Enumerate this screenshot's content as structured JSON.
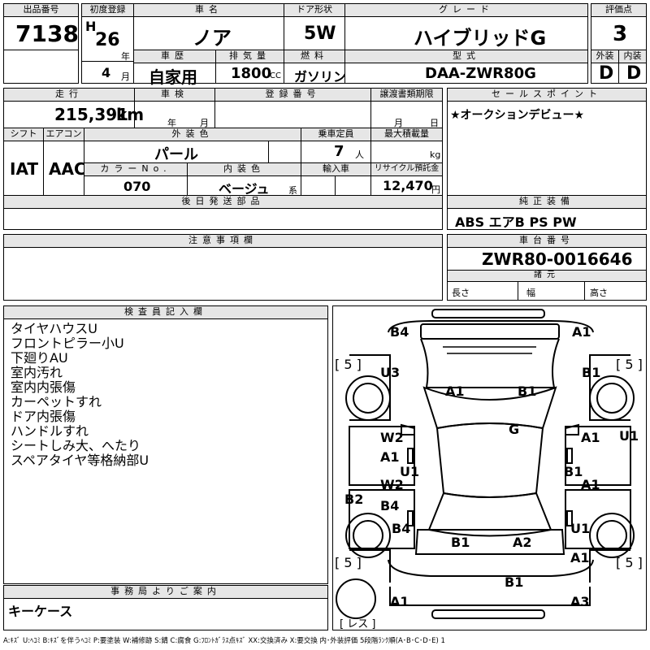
{
  "header": {
    "lot_label": "出品番号",
    "lot": "7138",
    "first_reg_label": "初度登録",
    "era": "H",
    "year": "26",
    "year_unit": "年",
    "month": "4",
    "month_unit": "月",
    "car_name_label": "車名",
    "car_name": "ノア",
    "door_label": "ドア形状",
    "door": "5W",
    "grade_label": "グレード",
    "grade": "ハイブリッドG",
    "score_label": "評価点",
    "score": "3",
    "history_label": "車歴",
    "history": "自家用",
    "displacement_label": "排気量",
    "displacement": "1800",
    "displacement_unit": "CC",
    "fuel_label": "燃料",
    "fuel": "ガソリン",
    "model_label": "型式",
    "model": "DAA-ZWR80G",
    "exterior_label": "外装",
    "exterior": "D",
    "interior_label": "内装",
    "interior": "D"
  },
  "row2": {
    "mileage_label": "走行",
    "mileage": "215,391",
    "mileage_unit": "km",
    "inspection_label": "車検",
    "year_unit": "年",
    "month_unit": "月",
    "day_unit": "日",
    "reg_no_label": "登録番号",
    "transfer_label": "譲渡書類期限",
    "sales_label": "セールスポイント",
    "sales_point": "★オークションデビュー★",
    "shift_label": "シフト",
    "shift": "IAT",
    "ac_label": "エアコン",
    "ac": "AAC",
    "ext_color_label": "外装色",
    "ext_color": "パール",
    "capacity_label": "乗車定員",
    "capacity": "7",
    "capacity_unit": "人",
    "max_load_label": "最大積載量",
    "max_load_unit": "kg",
    "color_no_label": "カラーNo.",
    "color_no": "070",
    "int_color_label": "内装色",
    "int_color": "ベージュ",
    "int_color_unit": "系",
    "import_label": "輸入車",
    "recycle_label": "リサイクル預託金",
    "recycle": "12,470",
    "recycle_unit": "円",
    "later_label": "後日発送部品",
    "equip_label": "純正装備",
    "equip": "ABS エアB PS PW",
    "notes_label": "注意事項欄",
    "chassis_label": "車台番号",
    "chassis": "ZWR80-0016646",
    "specs_label": "諸元",
    "length_label": "長さ",
    "width_label": "幅",
    "height_label": "高さ"
  },
  "inspector": {
    "label": "検査員記入欄",
    "lines": [
      "タイヤハウスU",
      "フロントピラー小U",
      "下廻りAU",
      "室内汚れ",
      "室内内張傷",
      "カーペットすれ",
      "ドア内張傷",
      "ハンドルすれ",
      "シートしみ大、へたり",
      "スペアタイヤ等格納部U"
    ]
  },
  "office": {
    "label": "事務局よりご案内",
    "text": "キーケース"
  },
  "diagram": {
    "marks": {
      "b4_top": "B4",
      "a1_top": "A1",
      "u3": "U3",
      "b1_fl": "B1",
      "a1_hood_l": "A1",
      "b1_hood_r": "B1",
      "g": "G",
      "w2_l1": "W2",
      "a1_l1": "A1",
      "u1_l": "U1",
      "w2_l2": "W2",
      "b4_l2": "B4",
      "a1_r1": "A1",
      "b1_r": "B1",
      "a1_r2": "A1",
      "u1_side": "U1",
      "b2": "B2",
      "b4_rl": "B4",
      "b1_roof": "B1",
      "a2_roof": "A2",
      "u1_rr": "U1",
      "a1_rr": "A1",
      "b1_rear": "B1",
      "a1_bl": "A1",
      "a3_br": "A3"
    },
    "tires": {
      "fl": "5",
      "fr": "5",
      "rl": "5",
      "rr": "5"
    },
    "spare": "レス"
  },
  "legend": "A:ｷｽﾞ U:ﾍｺﾐ B:ｷｽﾞを伴うﾍｺﾐ P:要塗装 W:補修跡 S:錆 C:腐食 G:ﾌﾛﾝﾄｶﾞﾗｽ点ｷｽﾞ XX:交換済み X:要交換 内･外装評価 5段階ﾗﾝｸ順(A･B･C･D･E) 1"
}
